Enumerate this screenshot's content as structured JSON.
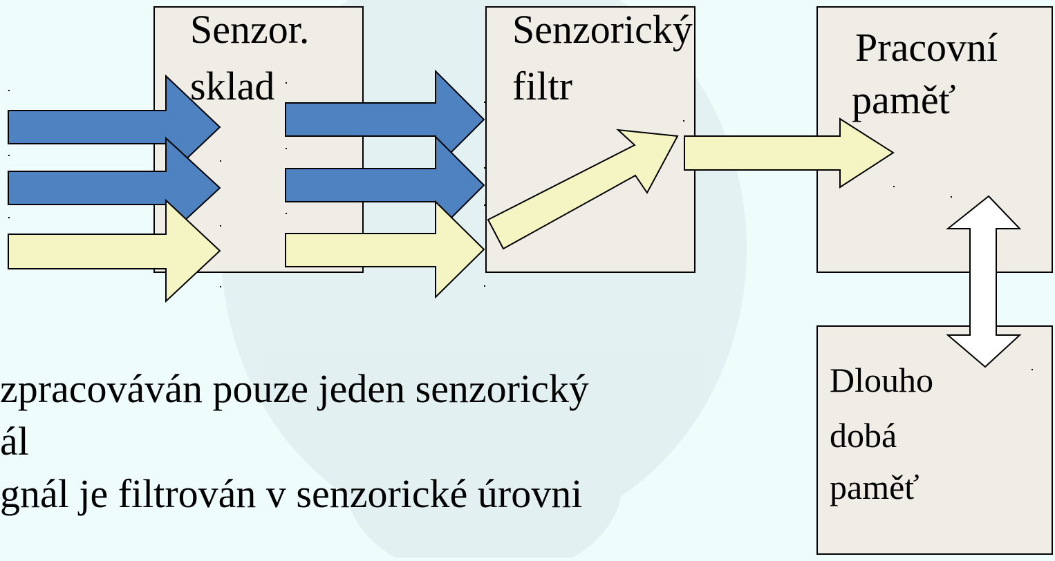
{
  "colors": {
    "background": "#eefcfc",
    "box_fill": "#efede6",
    "blue_arrow": "#4f82c0",
    "yellow_arrow": "#f5f5c3",
    "white_arrow": "#ffffff",
    "stroke": "#000000"
  },
  "boxes": {
    "senzor_sklad": {
      "line1": "Senzor.",
      "line2": "sklad"
    },
    "senzoricky_filtr": {
      "line1": "Senzorický",
      "line2": "filtr"
    },
    "pracovni_pamet": {
      "line1": "Pracovní",
      "line2": "paměť"
    },
    "dlouhodoba_pamet": {
      "line1": "Dlouho",
      "line2": "dobá",
      "line3": "paměť"
    }
  },
  "bullets": {
    "line1": "zpracováván pouze jeden senzorický",
    "line2": "ál",
    "line3": "gnál je filtrován v senzorické úrovni"
  }
}
